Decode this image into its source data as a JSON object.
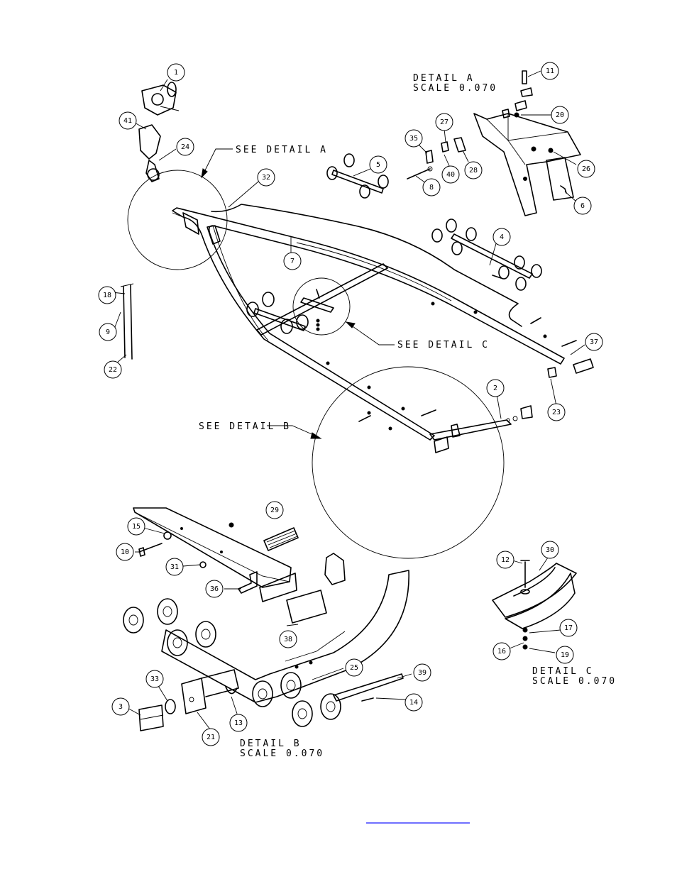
{
  "callouts": [
    {
      "id": "1"
    },
    {
      "id": "41"
    },
    {
      "id": "24"
    },
    {
      "id": "32"
    },
    {
      "id": "7"
    },
    {
      "id": "5"
    },
    {
      "id": "4"
    },
    {
      "id": "35"
    },
    {
      "id": "27"
    },
    {
      "id": "40"
    },
    {
      "id": "28"
    },
    {
      "id": "8"
    },
    {
      "id": "11"
    },
    {
      "id": "20"
    },
    {
      "id": "26"
    },
    {
      "id": "6"
    },
    {
      "id": "18"
    },
    {
      "id": "9"
    },
    {
      "id": "22"
    },
    {
      "id": "37"
    },
    {
      "id": "23"
    },
    {
      "id": "2"
    },
    {
      "id": "29"
    },
    {
      "id": "15"
    },
    {
      "id": "10"
    },
    {
      "id": "31"
    },
    {
      "id": "36"
    },
    {
      "id": "38"
    },
    {
      "id": "25"
    },
    {
      "id": "39"
    },
    {
      "id": "14"
    },
    {
      "id": "33"
    },
    {
      "id": "3"
    },
    {
      "id": "21"
    },
    {
      "id": "13"
    },
    {
      "id": "12"
    },
    {
      "id": "30"
    },
    {
      "id": "17"
    },
    {
      "id": "16"
    },
    {
      "id": "19"
    }
  ],
  "labels": {
    "see_detail_a": "SEE DETAIL  A",
    "see_detail_b": "SEE DETAIL  B",
    "see_detail_c": "SEE DETAIL  C",
    "detail_a_title": "DETAIL  A",
    "detail_a_scale": "SCALE  0.070",
    "detail_b_title": "DETAIL  B",
    "detail_b_scale": "SCALE  0.070",
    "detail_c_title": "DETAIL  C",
    "detail_c_scale": "SCALE  0.070"
  }
}
